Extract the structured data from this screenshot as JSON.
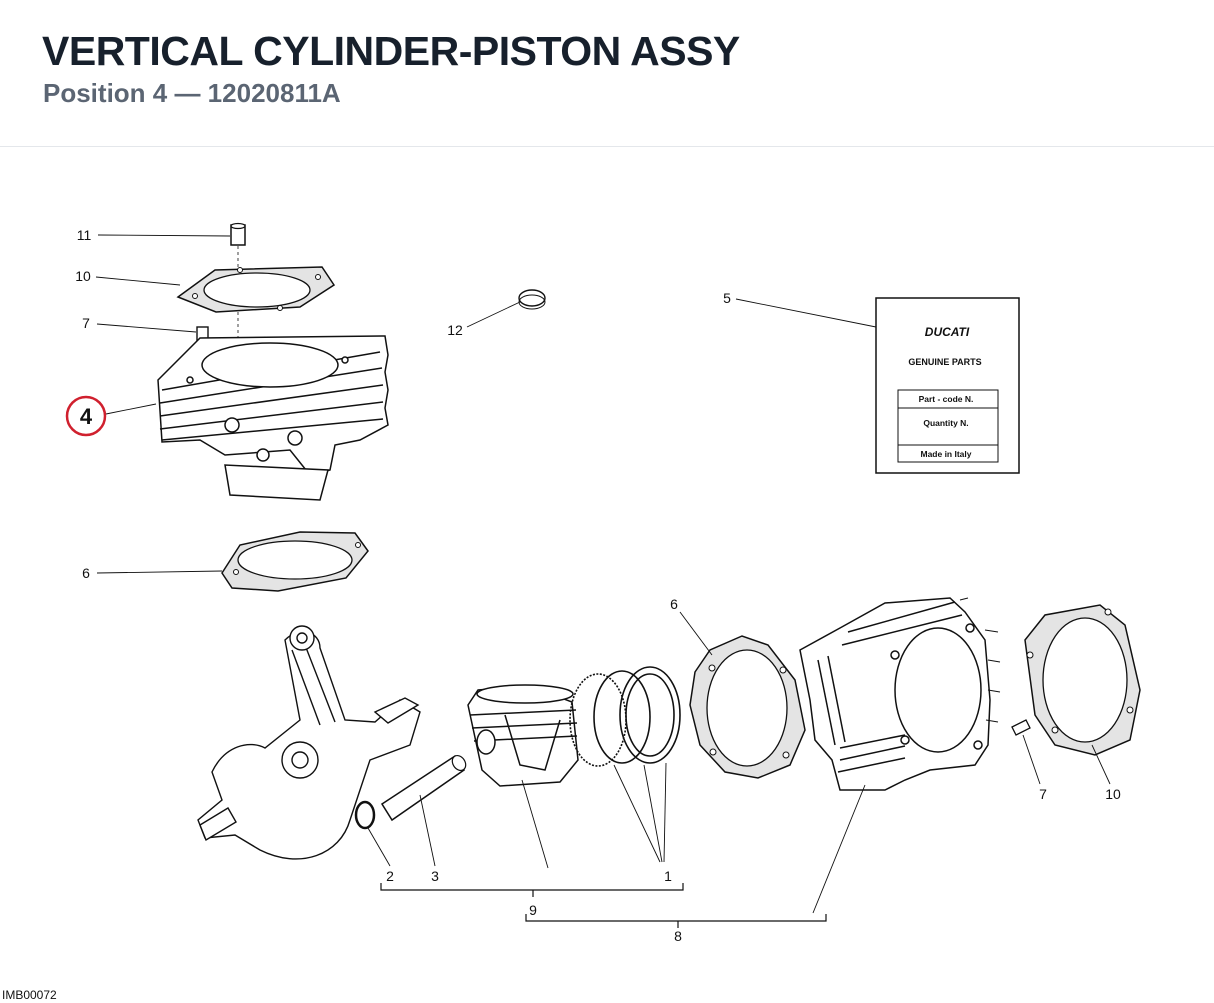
{
  "header": {
    "title": "VERTICAL CYLINDER-PISTON ASSY",
    "subtitle": "Position 4 — 12020811A"
  },
  "colors": {
    "highlight": "#d0202e",
    "line": "#111111",
    "title": "#17202c",
    "subtitle": "#5b6573"
  },
  "diagram": {
    "callouts": {
      "c11": "11",
      "c10_top": "10",
      "c7_top": "7",
      "c4": "4",
      "c6_top": "6",
      "c12": "12",
      "c5": "5",
      "c6_bottom": "6",
      "c7_bottom": "7",
      "c10_bottom": "10",
      "c2": "2",
      "c3": "3",
      "c1": "1",
      "c9": "9",
      "c8": "8"
    },
    "card": {
      "brand": "DUCATI",
      "heading": "GENUINE PARTS",
      "row1": "Part - code N.",
      "row2": "Quantity N.",
      "row3": "Made in Italy"
    },
    "image_code": "IMB00072"
  }
}
